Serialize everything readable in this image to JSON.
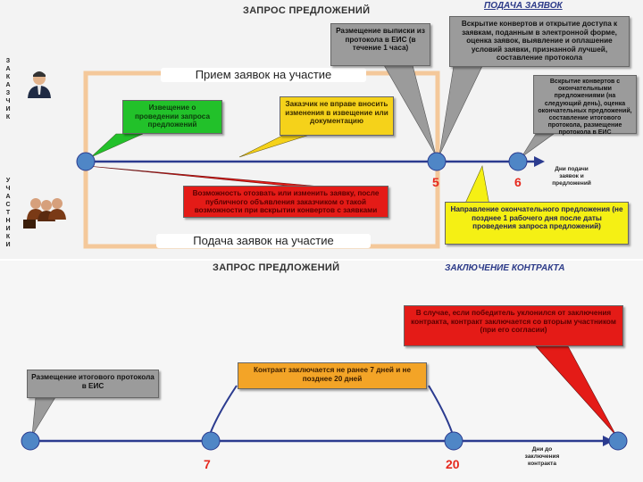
{
  "top": {
    "title": "ЗАПРОС ПРЕДЛОЖЕНИЙ",
    "subtitle": "ПОДАЧА ЗАЯВОК",
    "customer_label": "З\nА\nК\nА\nЗ\nЧ\nИ\nК",
    "participants_label": "У\nЧ\nА\nС\nТ\nН\nИ\nК\nИ",
    "receive_banner": "Прием заявок на участие",
    "submit_banner": "Подача заявок на участие",
    "callouts": {
      "notice": "Извещение о проведении запроса предложений",
      "no_changes": "Заказчик не вправе вносить изменения в извещение или документацию",
      "extract": "Размещение выписки из протокола в ЕИС (в течение 1 часа)",
      "opening": "Вскрытие конвертов и открытие доступа к заявкам, поданным в электронной форме, оценка заявок, выявление и оплашение условий заявки, признанной лучшей, составление протокола",
      "final_opening": "Вскрытие конвертов с окончательными предложениями (на следующий день), оценка окончательных предложений, составление итогового протокола, размещение протокола в ЕИС",
      "withdraw": "Возможность отозвать или изменить заявку, после публичного объявления заказчиком о такой возможности при вскрытии конвертов с заявками",
      "final_offer": "Направление окончательного предложения (не позднее 1 рабочего дня после даты проведения запроса предложений)"
    },
    "marks": [
      "5",
      "6"
    ],
    "deadline_text": "Дни подачи заявок и предложений"
  },
  "bottom": {
    "title": "ЗАПРОС ПРЕДЛОЖЕНИЙ",
    "subtitle": "ЗАКЛЮЧЕНИЕ КОНТРАКТА",
    "callouts": {
      "final_protocol": "Размещение итогового протокола в ЕИС",
      "contract_term": "Контракт заключается не ранее 7 дней и не позднее 20 дней",
      "winner_evades": "В случае, если победитель уклонился от заключения контракта, контракт заключается со вторым участником (при его согласии)"
    },
    "marks": [
      "7",
      "20"
    ],
    "deadline_text": "Дни до заключения контракта"
  },
  "colors": {
    "timeline": "#2b3b8f",
    "node": "#4f86c6",
    "green": "#22c12a",
    "yellow": "#f5d21a",
    "red": "#e41b17",
    "orange": "#f3a427",
    "gray": "#9b9b9b",
    "number": "#e6291e"
  },
  "icons": [
    "customer-person-icon",
    "participants-group-icon"
  ]
}
